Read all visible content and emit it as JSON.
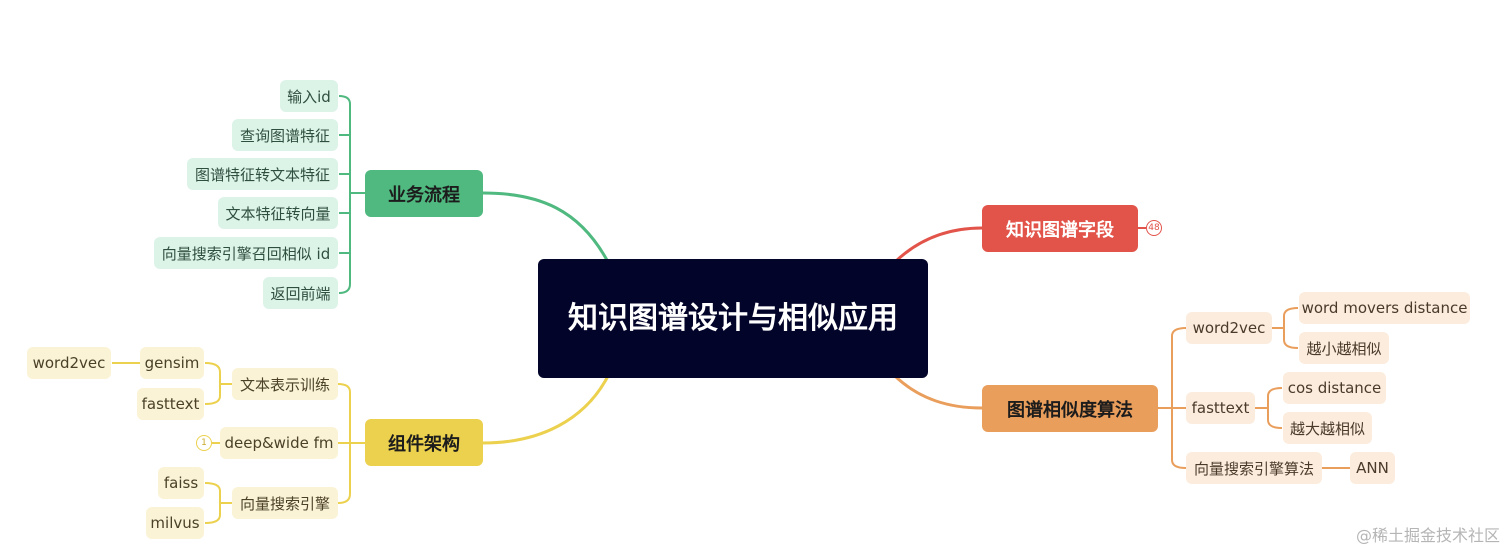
{
  "root": {
    "title": "知识图谱设计与相似应用"
  },
  "branches": {
    "business": {
      "label": "业务流程",
      "color": "#4fb97f",
      "children": [
        "输入id",
        "查询图谱特征",
        "图谱特征转文本特征",
        "文本特征转向量",
        "向量搜索引擎召回相似 id",
        "返回前端"
      ]
    },
    "components": {
      "label": "组件架构",
      "color": "#ecd14e",
      "children": [
        {
          "label": "文本表示训练",
          "children": [
            {
              "label": "gensim",
              "children": [
                "word2vec"
              ]
            },
            {
              "label": "fasttext"
            }
          ]
        },
        {
          "label": "deep&wide fm",
          "collapsed_count": "1"
        },
        {
          "label": "向量搜索引擎",
          "children": [
            {
              "label": "faiss"
            },
            {
              "label": "milvus"
            }
          ]
        }
      ]
    },
    "fields": {
      "label": "知识图谱字段",
      "color": "#e2544a",
      "collapsed_count": "48"
    },
    "algorithms": {
      "label": "图谱相似度算法",
      "color": "#ea9e5c",
      "children": [
        {
          "label": "word2vec",
          "children": [
            "word movers distance",
            "越小越相似"
          ]
        },
        {
          "label": "fasttext",
          "children": [
            "cos distance",
            "越大越相似"
          ]
        },
        {
          "label": "向量搜索引擎算法",
          "children": [
            "ANN"
          ]
        }
      ]
    }
  },
  "watermark": "@稀土掘金技术社区"
}
